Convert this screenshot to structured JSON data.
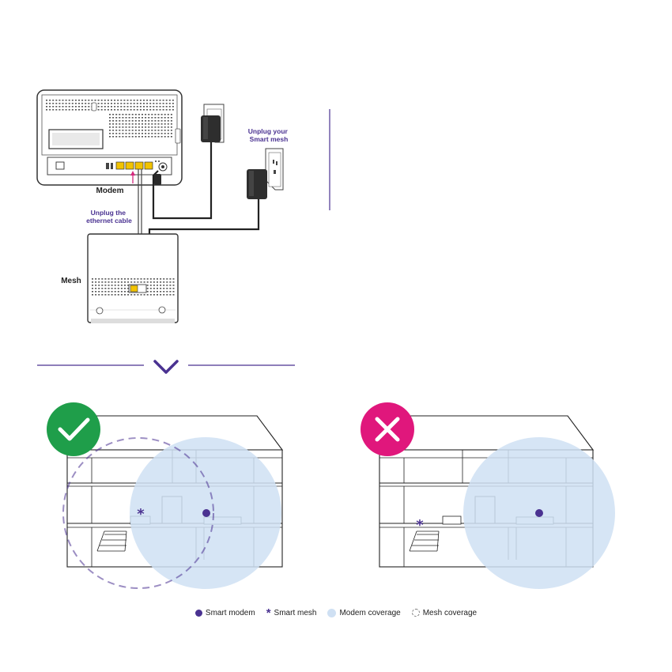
{
  "labels": {
    "unplug_mesh": [
      "Unplug your",
      "Smart mesh"
    ],
    "unplug_ethernet": [
      "Unplug the",
      "ethernet cable"
    ],
    "modem": "Modem",
    "mesh": "Mesh"
  },
  "status": {
    "good": "correct placement",
    "bad": "incorrect placement"
  },
  "legend": [
    {
      "id": "smart-modem",
      "label": "Smart modem",
      "icon": "purple-dot-icon"
    },
    {
      "id": "smart-mesh",
      "label": "Smart mesh",
      "icon": "purple-star-icon"
    },
    {
      "id": "modem-coverage",
      "label": "Modem coverage",
      "icon": "light-blue-circle-icon"
    },
    {
      "id": "mesh-coverage",
      "label": "Mesh coverage",
      "icon": "dashed-circle-icon"
    }
  ],
  "colors": {
    "purple": "#4a3291",
    "coverage": "#cfe0f3",
    "good_badge": "#1f9e4a",
    "bad_badge": "#e0177c",
    "ethernet": "#f2c300",
    "arrow": "#d6287f"
  }
}
